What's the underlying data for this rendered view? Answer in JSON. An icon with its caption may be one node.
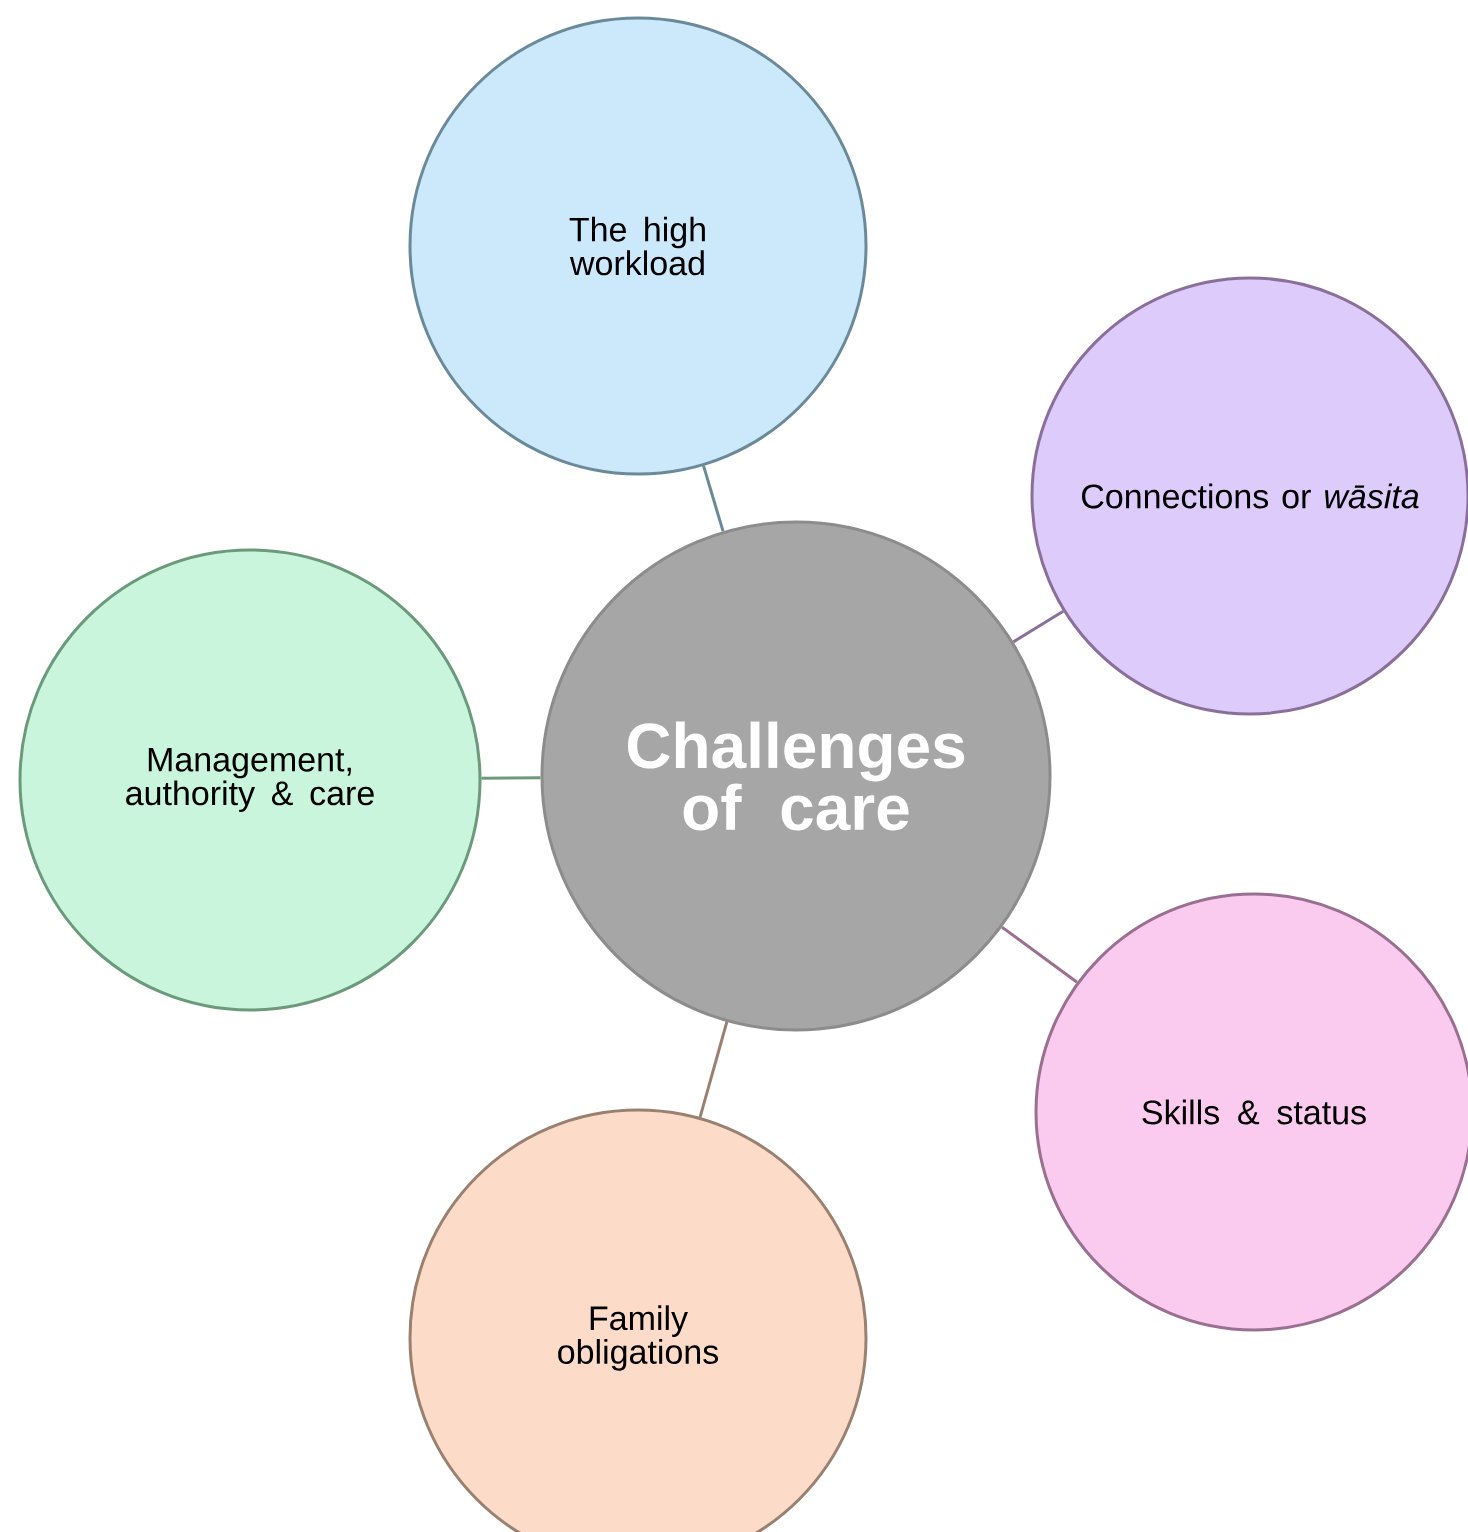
{
  "diagram": {
    "nodes": [
      {
        "text": [
          "Challenges of care"
        ]
      },
      {
        "text": [
          "The high workload"
        ]
      },
      {
        "text": [
          "Connections or *wāsita*"
        ]
      },
      {
        "text": [
          "Management, authority & care"
        ]
      },
      {
        "text": [
          "Skills & status"
        ]
      },
      {
        "text": [
          "Family obligations"
        ]
      }
    ],
    "edges": [
      {
        "from": 0,
        "to": 1,
        "arrow": "none",
        "color": "#6b8a99"
      },
      {
        "from": 0,
        "to": 2,
        "arrow": "none",
        "color": "#8a7099"
      },
      {
        "from": 0,
        "to": 3,
        "arrow": "none",
        "color": "#6b9a7b"
      },
      {
        "from": 0,
        "to": 4,
        "arrow": "none",
        "color": "#9a7090"
      },
      {
        "from": 0,
        "to": 5,
        "arrow": "none",
        "color": "#9a8070"
      }
    ]
  }
}
